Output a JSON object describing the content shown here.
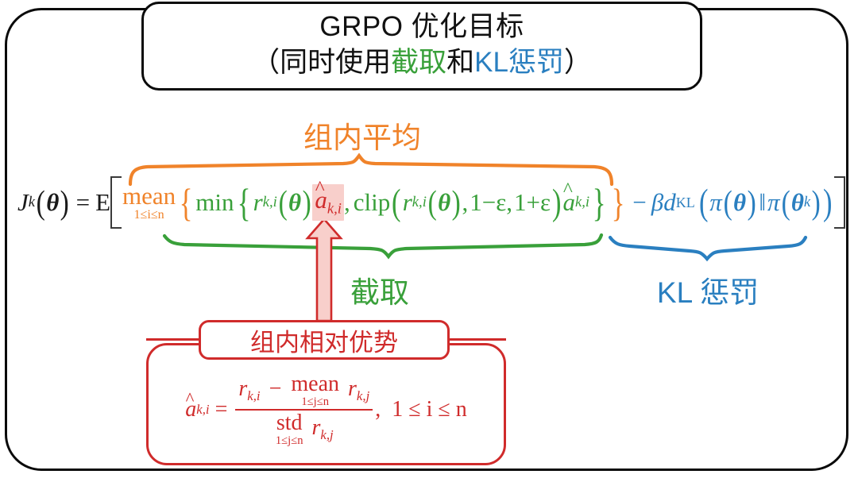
{
  "title": {
    "line1": "GRPO 优化目标",
    "line2_open": "（同时使用",
    "line2_green": "截取",
    "line2_mid": "和",
    "line2_blue": "KL惩罚",
    "line2_close": "）"
  },
  "labels": {
    "group_mean": "组内平均",
    "clip": "截取",
    "kl_penalty": "KL 惩罚",
    "relative_advantage": "组内相对优势"
  },
  "colors": {
    "orange": "#f0832a",
    "green": "#39a03a",
    "blue": "#2a7fc0",
    "red": "#d02b2b",
    "black": "#1a1a1a",
    "highlight": "#f8cfcb"
  },
  "objective_formula": {
    "lhs_J": "J",
    "lhs_sub": "k",
    "lhs_theta": "θ",
    "equals": "=",
    "expect": "E",
    "mean_op": "mean",
    "mean_limits": "1≤i≤n",
    "min_op": "min",
    "ratio_r": "r",
    "ratio_sub": "k,i",
    "adv_a": "a",
    "adv_sub": "k,i",
    "clip_op": "clip",
    "eps_lower": "1−ε",
    "eps_upper": "1+ε",
    "comma": ",",
    "minus": "−",
    "beta": "β",
    "d_symbol": "d",
    "d_sub": "KL",
    "pi": "π",
    "theta": "θ",
    "theta_k_sub": "k",
    "divider": "‖",
    "plain_text": "J_k(θ) = E[ mean_{1≤i≤n} { min{ r_{k,i}(θ) â_{k,i} , clip( r_{k,i}(θ), 1−ε, 1+ε ) â_{k,i} } } − β d_KL( π(θ) ‖ π(θ_k) ) ]"
  },
  "advantage_formula": {
    "lhs_a": "a",
    "lhs_sub": "k,i",
    "equals": "=",
    "num_r": "r",
    "num_sub": "k,i",
    "num_minus": "−",
    "mean_op": "mean",
    "mean_limits": "1≤j≤n",
    "num_r2": "r",
    "num_r2_sub": "k,j",
    "den_op": "std",
    "den_limits": "1≤j≤n",
    "den_r": "r",
    "den_r_sub": "k,j",
    "comma": ",",
    "range": "1 ≤ i ≤ n",
    "plain_text": "â_{k,i} = ( r_{k,i} − mean_{1≤j≤n} r_{k,j} ) / ( std_{1≤j≤n} r_{k,j} ),  1 ≤ i ≤ n"
  }
}
